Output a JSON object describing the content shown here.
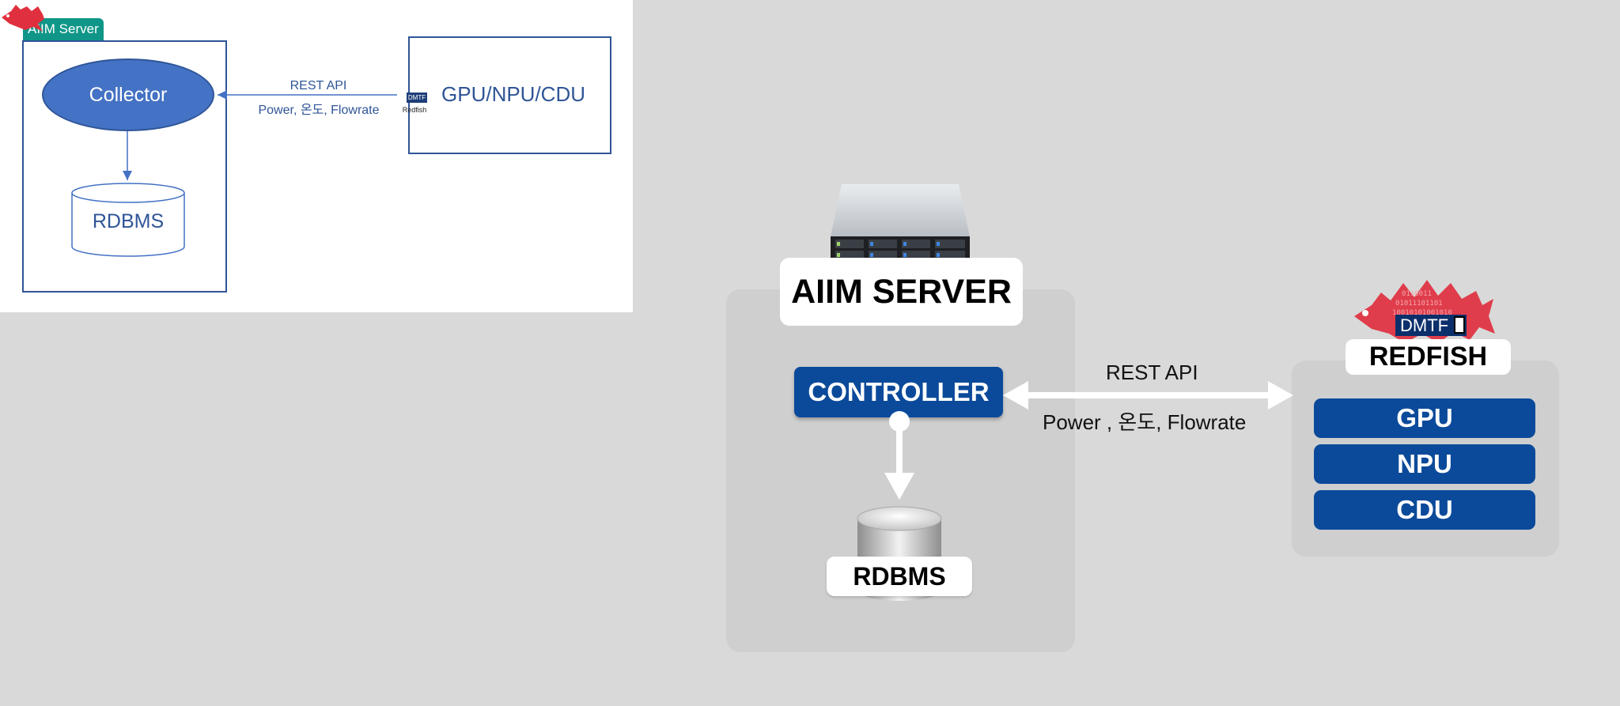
{
  "sketch": {
    "tab_label": "AIIM Server",
    "collector": "Collector",
    "database": "RDBMS",
    "api_label": "REST API",
    "metrics_label": "Power, 온도, Flowrate",
    "target": "GPU/NPU/CDU",
    "badge_text": "DMTF",
    "logo_label": "Redfish"
  },
  "diagram": {
    "server_title": "AIIM SERVER",
    "controller": "CONTROLLER",
    "database": "RDBMS",
    "api_label": "REST API",
    "metrics_label": "Power , 온도, Flowrate",
    "redfish_title": "REDFISH",
    "dmtf_badge": "DMTF",
    "devices": [
      "GPU",
      "NPU",
      "CDU"
    ]
  },
  "colors": {
    "background": "#d9d9d9",
    "panel": "#cfcfcf",
    "accent_blue": "#0b4a9a",
    "sketch_blue": "#2f5597",
    "collector_fill": "#4472c4",
    "tab_teal": "#0f9688",
    "redfish_red": "#e0303f"
  },
  "icons": {
    "server": "rack-server-icon",
    "database": "database-cylinder-icon",
    "redfish_logo": "redfish-fish-logo"
  }
}
